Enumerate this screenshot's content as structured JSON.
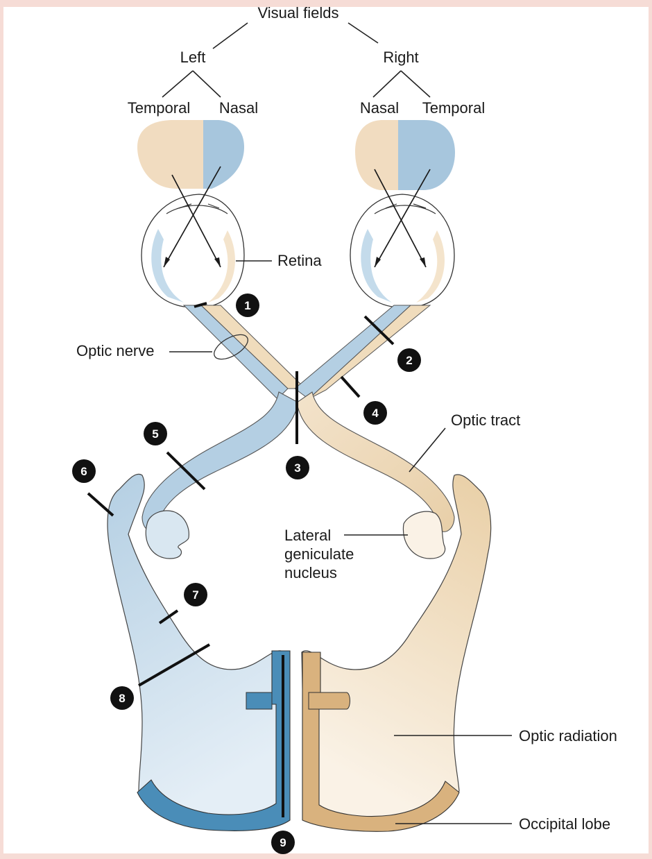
{
  "title": "Visual fields",
  "fields": {
    "left": {
      "label": "Left",
      "temporal": "Temporal",
      "nasal": "Nasal"
    },
    "right": {
      "label": "Right",
      "nasal": "Nasal",
      "temporal": "Temporal"
    }
  },
  "structures": {
    "retina": "Retina",
    "optic_nerve": "Optic nerve",
    "optic_tract": "Optic tract",
    "lgn": [
      "Lateral",
      "geniculate",
      "nucleus"
    ],
    "optic_radiation": "Optic radiation",
    "occipital_lobe": "Occipital lobe"
  },
  "lesions": [
    "1",
    "2",
    "3",
    "4",
    "5",
    "6",
    "7",
    "8",
    "9"
  ],
  "colors": {
    "left_field": "#a7c6dd",
    "right_field": "#f1dcc0",
    "left_pathway": "#b4cfe3",
    "right_pathway": "#f0dcbc",
    "left_cortex": "#4a8db8",
    "right_cortex": "#d9b27e",
    "lesion_marker": "#111111"
  }
}
